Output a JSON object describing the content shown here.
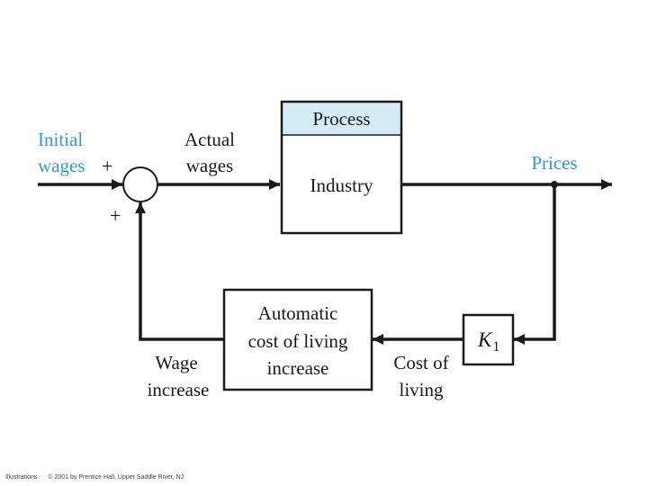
{
  "colors": {
    "accent_text": "#2e9bd0",
    "process_header_bg": "#d4ecf6",
    "line": "#1a1a1a"
  },
  "labels": {
    "initial_wages": [
      "Initial",
      "wages"
    ],
    "actual_wages": [
      "Actual",
      "wages"
    ],
    "prices": "Prices",
    "wage_increase": [
      "Wage",
      "increase"
    ],
    "cost_of_living": [
      "Cost of",
      "living"
    ]
  },
  "summing_junction": {
    "input_sign": "+",
    "feedback_sign": "+"
  },
  "blocks": {
    "process": {
      "header": "Process",
      "body": "Industry"
    },
    "automatic": {
      "lines": [
        "Automatic",
        "cost of living",
        "increase"
      ]
    },
    "gain": {
      "symbol": "K",
      "subscript": "1"
    }
  },
  "footer": {
    "left": "Illustrations",
    "right": "© 2001 by Prentice Hall, Upper Saddle River, NJ"
  }
}
